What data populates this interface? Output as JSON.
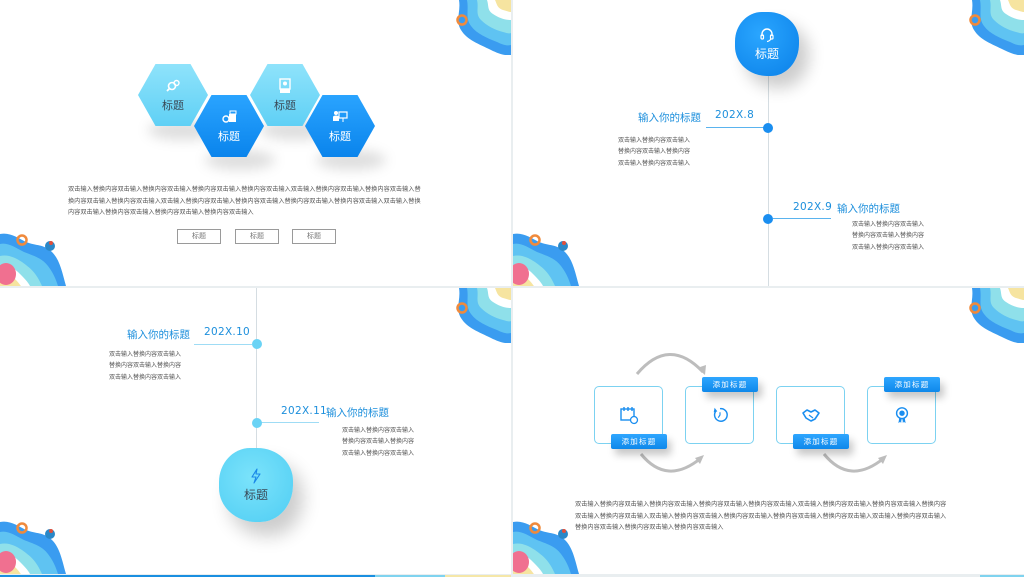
{
  "colors": {
    "primary_blue": "#0a84ec",
    "light_blue": "#5fd0f5",
    "timeline_text": "#1d8fdc",
    "body_text": "#555555",
    "line_gray": "#d5dde2",
    "arrow_gray": "#b8b8b8"
  },
  "slide1": {
    "hexagons": [
      {
        "label": "标题",
        "icon": "gear-search-icon",
        "style": "light"
      },
      {
        "label": "标题",
        "icon": "camera-box-icon",
        "style": "dark"
      },
      {
        "label": "标题",
        "icon": "portrait-frame-icon",
        "style": "light"
      },
      {
        "label": "标题",
        "icon": "presenter-board-icon",
        "style": "dark"
      }
    ],
    "paragraph": [
      "双击输入替换内容双击输入替换内容双击输入替换内容双击输入替换内容双击输入双击输入替换内容双击输入替换内容双击输入替",
      "换内容双击输入替换内容双击输入双击输入替换内容双击输入替换内容双击输入替换内容双击输入替换内容双击输入双击输入替换",
      "内容双击输入替换内容双击输入替换内容双击输入替换内容双击输入"
    ],
    "buttons": [
      "标题",
      "标题",
      "标题"
    ]
  },
  "slide2": {
    "header_blob": {
      "label": "标题",
      "icon": "headset-icon"
    },
    "items": [
      {
        "title": "输入你的标题",
        "date": "202X.8",
        "text": [
          "双击输入替换内容双击输入",
          "替换内容双击输入替换内容",
          "双击输入替换内容双击输入"
        ]
      },
      {
        "title": "输入你的标题",
        "date": "202X.9",
        "text": [
          "双击输入替换内容双击输入",
          "替换内容双击输入替换内容",
          "双击输入替换内容双击输入"
        ]
      }
    ]
  },
  "slide3": {
    "footer_blob": {
      "label": "标题",
      "icon": "lightning-icon"
    },
    "items": [
      {
        "title": "输入你的标题",
        "date": "202X.10",
        "text": [
          "双击输入替换内容双击输入",
          "替换内容双击输入替换内容",
          "双击输入替换内容双击输入"
        ]
      },
      {
        "title": "输入你的标题",
        "date": "202X.11",
        "text": [
          "双击输入替换内容双击输入",
          "替换内容双击输入替换内容",
          "双击输入替换内容双击输入"
        ]
      }
    ]
  },
  "slide4": {
    "steps": [
      {
        "tag": "添加标题",
        "icon": "calendar-clock-icon",
        "tag_position": "bottom"
      },
      {
        "tag": "添加标题",
        "icon": "refresh-timer-icon",
        "tag_position": "top"
      },
      {
        "tag": "添加标题",
        "icon": "handshake-icon",
        "tag_position": "bottom"
      },
      {
        "tag": "添加标题",
        "icon": "award-badge-icon",
        "tag_position": "top"
      }
    ],
    "paragraph": [
      "双击输入替换内容双击输入替换内容双击输入替换内容双击输入替换内容双击输入双击输入替换内容双击输入替换内容双击输入替换内容",
      "双击输入替换内容双击输入双击输入替换内容双击输入替换内容双击输入替换内容双击输入替换内容双击输入双击输入替换内容双击输入",
      "替换内容双击输入替换内容双击输入替换内容双击输入"
    ]
  }
}
